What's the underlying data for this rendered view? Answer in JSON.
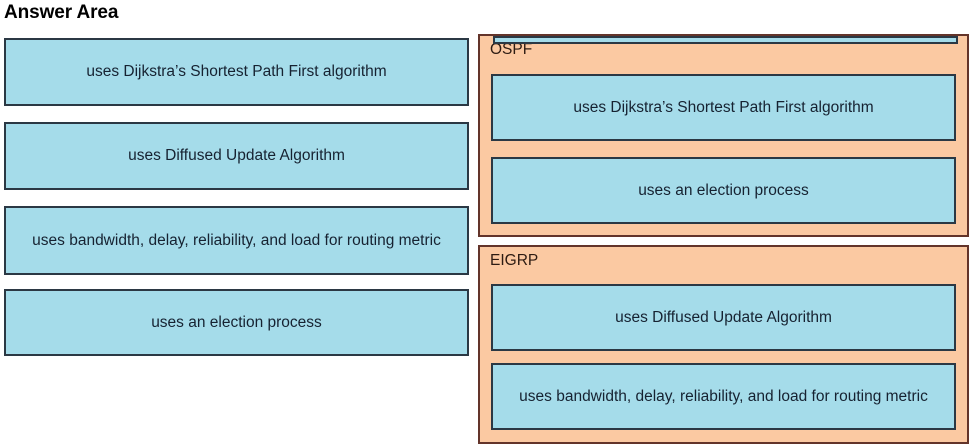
{
  "page": {
    "title": "Answer Area",
    "colors": {
      "tile_fill": "#a5dcea",
      "tile_border": "#2b3844",
      "panel_fill": "#fbc9a2",
      "panel_border": "#63342a",
      "text": "#162231",
      "background": "#ffffff"
    }
  },
  "source_column": {
    "name": "unplaced-options",
    "options": [
      {
        "label": "uses Dijkstra’s Shortest Path First algorithm"
      },
      {
        "label": "uses Diffused Update Algorithm"
      },
      {
        "label": "uses bandwidth, delay, reliability, and load for routing metric"
      },
      {
        "label": "uses an election process"
      }
    ]
  },
  "target_panels": [
    {
      "label": "OSPF",
      "items": [
        {
          "label": "uses Dijkstra’s Shortest Path First algorithm"
        },
        {
          "label": "uses an election process"
        }
      ]
    },
    {
      "label": "EIGRP",
      "items": [
        {
          "label": "uses Diffused Update Algorithm"
        },
        {
          "label": "uses bandwidth, delay, reliability, and load for routing metric"
        }
      ]
    }
  ]
}
